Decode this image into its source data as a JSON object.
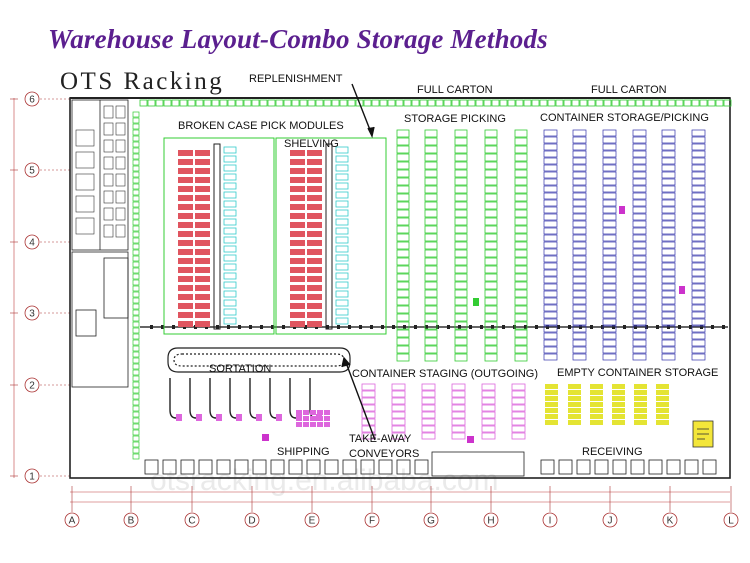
{
  "title": "Warehouse Layout-Combo Storage Methods",
  "brand": "OTS Racking",
  "watermark": "otsracking.en.alibaba.com",
  "labels": {
    "replenishment": "REPLENISHMENT",
    "full_carton_1": "FULL CARTON",
    "full_carton_2": "FULL CARTON",
    "broken_case": "BROKEN CASE PICK MODULES",
    "storage_picking": "STORAGE PICKING",
    "container_storage": "CONTAINER STORAGE/PICKING",
    "shelving": "SHELVING",
    "sortation": "SORTATION",
    "container_staging": "CONTAINER STAGING (OUTGOING)",
    "empty_container": "EMPTY CONTAINER STORAGE",
    "take_away": "TAKE-AWAY",
    "conveyors": "CONVEYORS",
    "shipping": "SHIPPING",
    "receiving": "RECEIVING"
  },
  "row_bubbles": [
    "6",
    "5",
    "4",
    "3",
    "2",
    "1"
  ],
  "column_bubbles": [
    "A",
    "B",
    "C",
    "D",
    "E",
    "F",
    "G",
    "H",
    "I",
    "J",
    "K",
    "L"
  ],
  "colors": {
    "title": "#5b1f8f",
    "green_rack": "#33cc33",
    "blue_rack": "#3333aa",
    "red_module": "#e05560",
    "cyan_shelf": "#33cccc",
    "magenta_staging": "#dd66dd",
    "yellow_empty": "#dddd00",
    "dimension": "#c04040"
  }
}
